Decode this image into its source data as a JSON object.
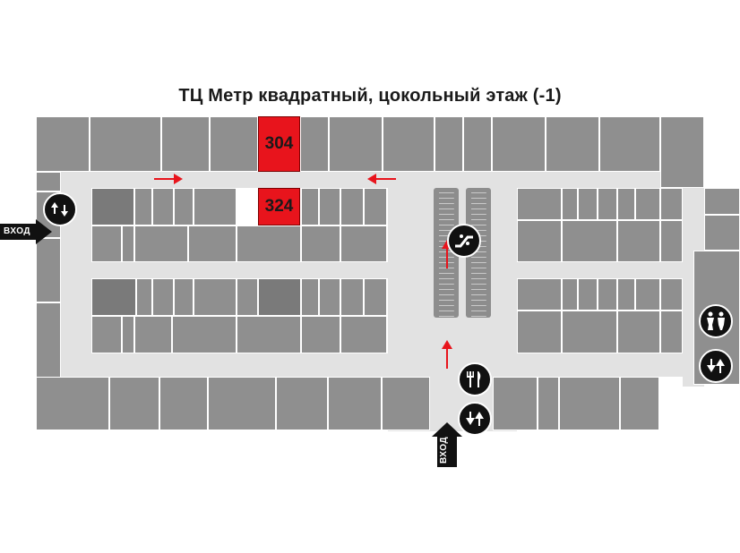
{
  "map": {
    "title": "ТЦ Метр квадратный, цокольный этаж (-1)",
    "highlighted_shops": [
      {
        "label": "304"
      },
      {
        "label": "324"
      }
    ],
    "entrances": [
      {
        "label": "ВХОД"
      },
      {
        "label": "ВХОД"
      }
    ],
    "icons": [
      "escalator-icon",
      "elevator-icon",
      "restaurant-icon",
      "elevator-icon",
      "restroom-icon",
      "elevator-icon"
    ],
    "colors": {
      "highlight": "#e8141c",
      "shop": "#8f8f8f",
      "corridor": "#e2e2e2",
      "arrow": "#e8141c",
      "icon": "#111111"
    }
  }
}
